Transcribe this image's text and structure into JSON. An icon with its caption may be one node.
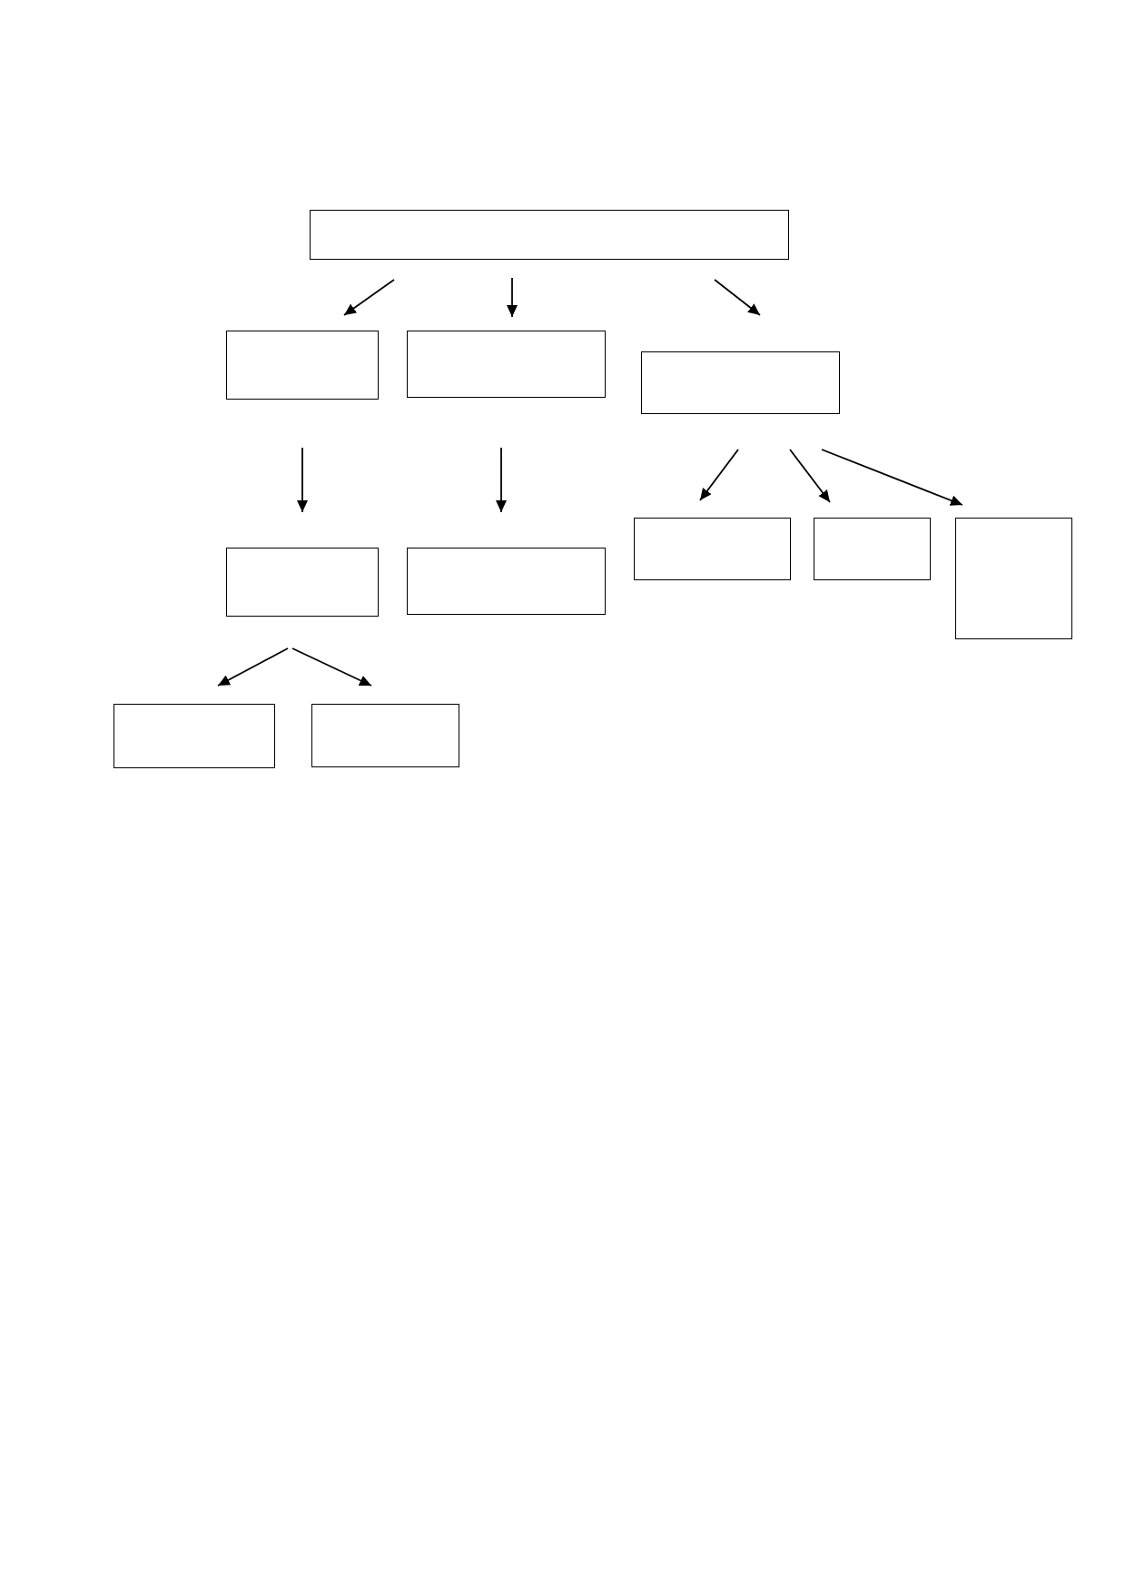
{
  "diagram": {
    "nodes": [
      {
        "text": [],
        "shape": "box"
      },
      {
        "text": [],
        "shape": "box"
      },
      {
        "text": [],
        "shape": "box"
      },
      {
        "text": [],
        "shape": "box"
      },
      {
        "text": [],
        "shape": "box"
      },
      {
        "text": [],
        "shape": "box"
      },
      {
        "text": [],
        "shape": "box"
      },
      {
        "text": [],
        "shape": "box"
      },
      {
        "text": [],
        "shape": "box"
      },
      {
        "text": [],
        "shape": "box"
      },
      {
        "text": [],
        "shape": "box"
      }
    ],
    "edges": [
      {
        "from": 0,
        "to": 1,
        "arrow": "to"
      },
      {
        "from": 0,
        "to": 2,
        "arrow": "to"
      },
      {
        "from": 0,
        "to": 3,
        "arrow": "to"
      },
      {
        "from": 1,
        "to": 4,
        "arrow": "to"
      },
      {
        "from": 2,
        "to": 5,
        "arrow": "to"
      },
      {
        "from": 3,
        "to": 6,
        "arrow": "to"
      },
      {
        "from": 3,
        "to": 7,
        "arrow": "to"
      },
      {
        "from": 3,
        "to": 8,
        "arrow": "to"
      },
      {
        "from": 4,
        "to": 9,
        "arrow": "to"
      },
      {
        "from": 4,
        "to": 10,
        "arrow": "to"
      }
    ]
  }
}
